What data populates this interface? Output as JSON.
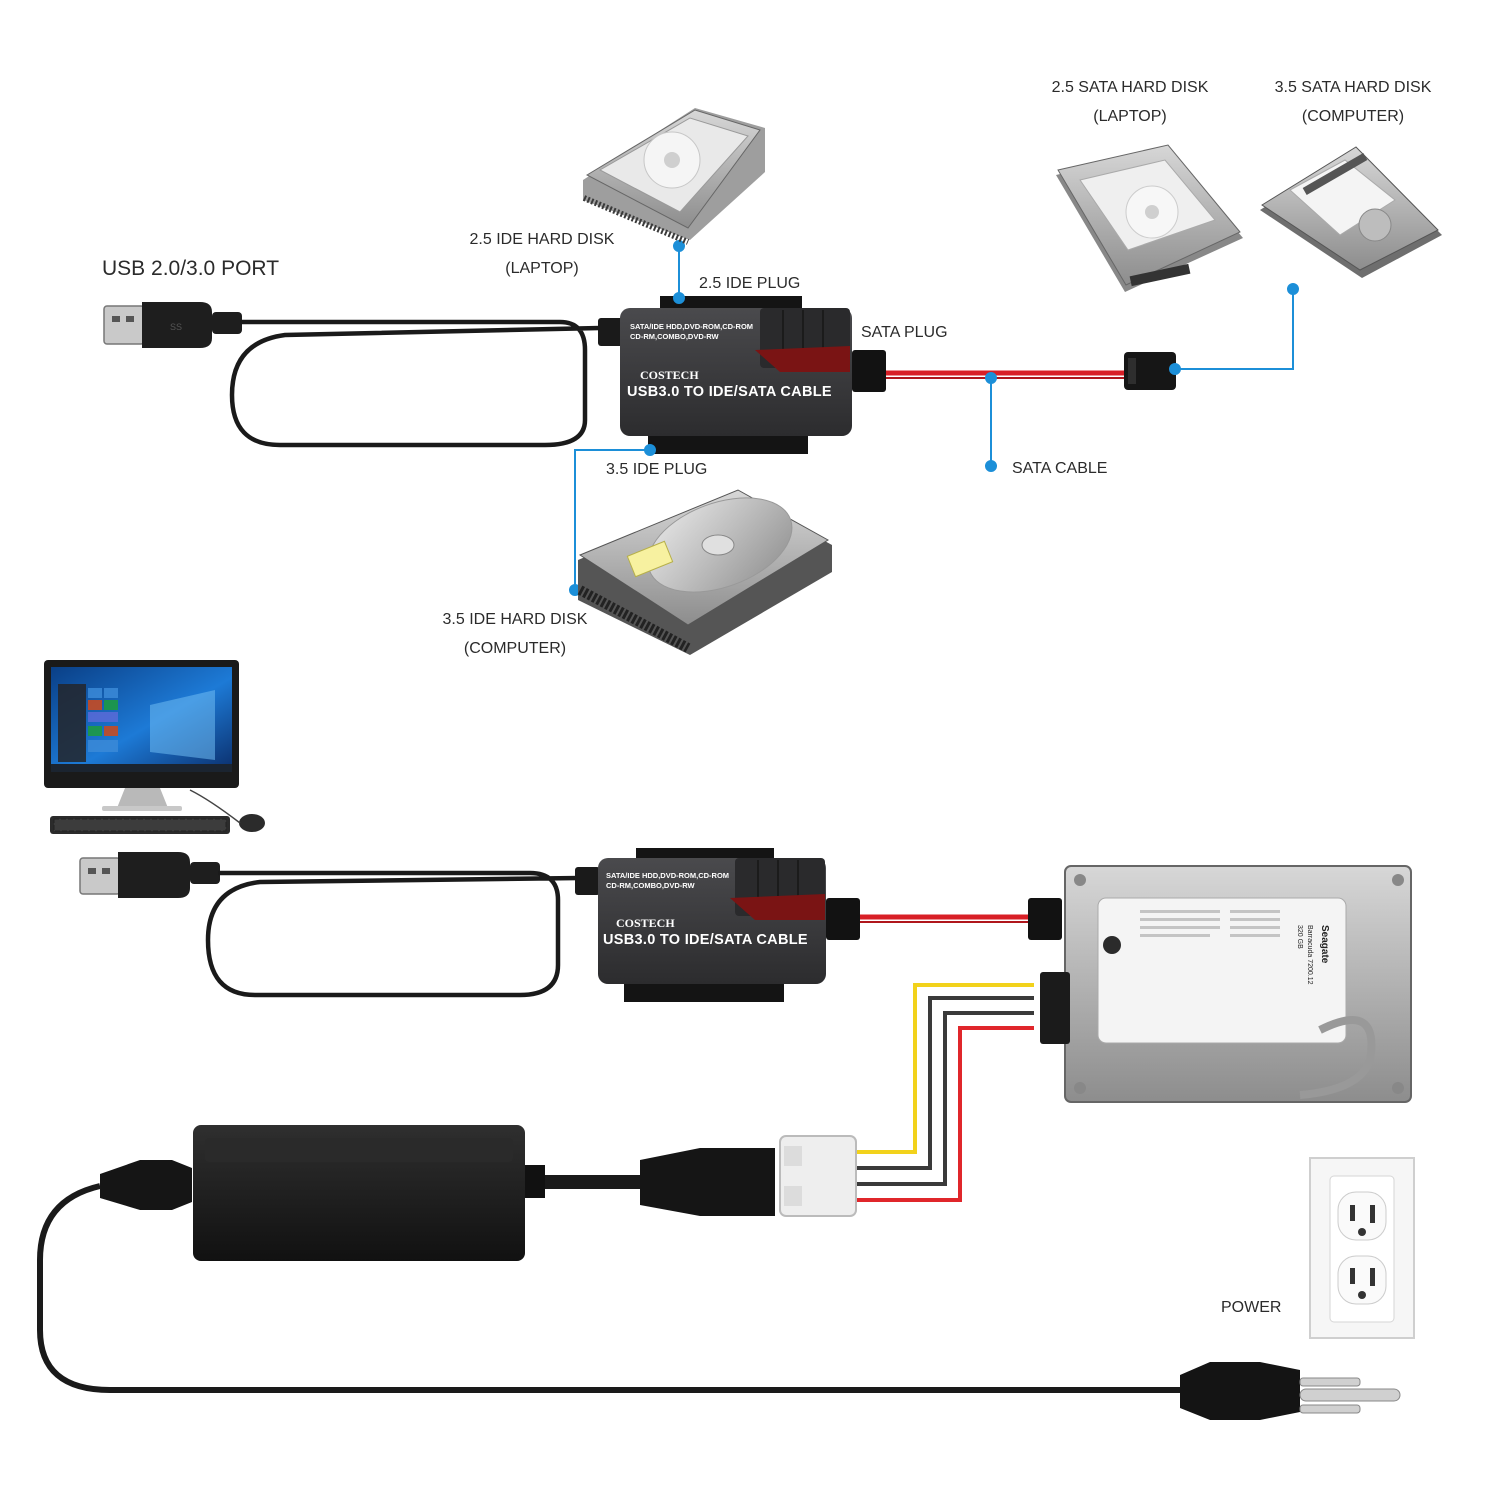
{
  "labels": {
    "usb_port": "USB 2.0/3.0 PORT",
    "ide25_disk_line1": "2.5 IDE HARD DISK",
    "ide25_disk_line2": "(LAPTOP)",
    "ide25_plug": "2.5 IDE PLUG",
    "sata_plug": "SATA PLUG",
    "sata_cable": "SATA CABLE",
    "ide35_plug": "3.5 IDE PLUG",
    "ide35_disk_line1": "3.5 IDE HARD DISK",
    "ide35_disk_line2": "(COMPUTER)",
    "sata25_disk_line1": "2.5 SATA HARD DISK",
    "sata25_disk_line2": "(LAPTOP)",
    "sata35_disk_line1": "3.5 SATA HARD DISK",
    "sata35_disk_line2": "(COMPUTER)",
    "power": "POWER"
  },
  "adapter": {
    "line1": "SATA/IDE HDD,DVD-ROM,CD-ROM",
    "line2": "CD-RM,COMBO,DVD-RW",
    "brand": "COSTECH",
    "title": "USB3.0 TO IDE/SATA CABLE"
  },
  "hdd_label": {
    "brand": "Seagate",
    "model": "Barracuda 7200.12",
    "capacity": "320 GB"
  },
  "colors": {
    "callout": "#1c8fd8",
    "sata_red": "#d81f26",
    "adapter_body": "#3a3a3c",
    "cable_black": "#1a1a1a",
    "wire_yellow": "#f2d21b",
    "wire_red": "#e0262b",
    "wire_black": "#3a3a3a"
  }
}
